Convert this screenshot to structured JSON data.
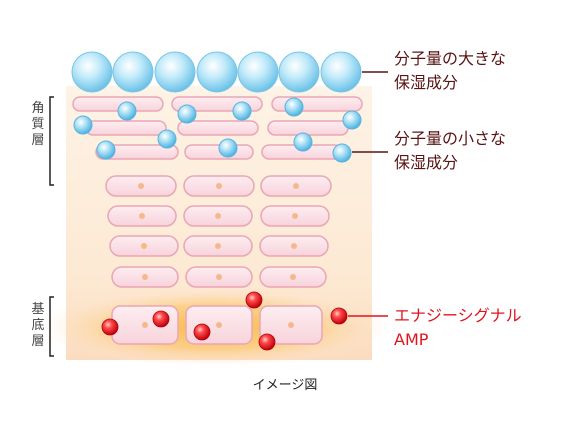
{
  "labels": {
    "large_molecule": [
      "分子量の大きな",
      "保湿成分"
    ],
    "small_molecule": [
      "分子量の小さな",
      "保湿成分"
    ],
    "amp": [
      "エナジーシグナル",
      "AMP"
    ]
  },
  "layers": {
    "stratum_corneum": [
      "角",
      "質",
      "層"
    ],
    "basal": [
      "基",
      "底",
      "層"
    ]
  },
  "caption": "イメージ図",
  "colors": {
    "label_dark": "#5a1414",
    "label_red": "#e0141e",
    "cell_fill": "#fbe3e8",
    "cell_stroke": "#e9a6b4",
    "nucleus": "#f3b98a",
    "large_sphere": "#8fd3ef",
    "small_sphere": "#7cc8ea",
    "red_sphere": "#e61e28",
    "basal_glow": "#f7a21b"
  }
}
